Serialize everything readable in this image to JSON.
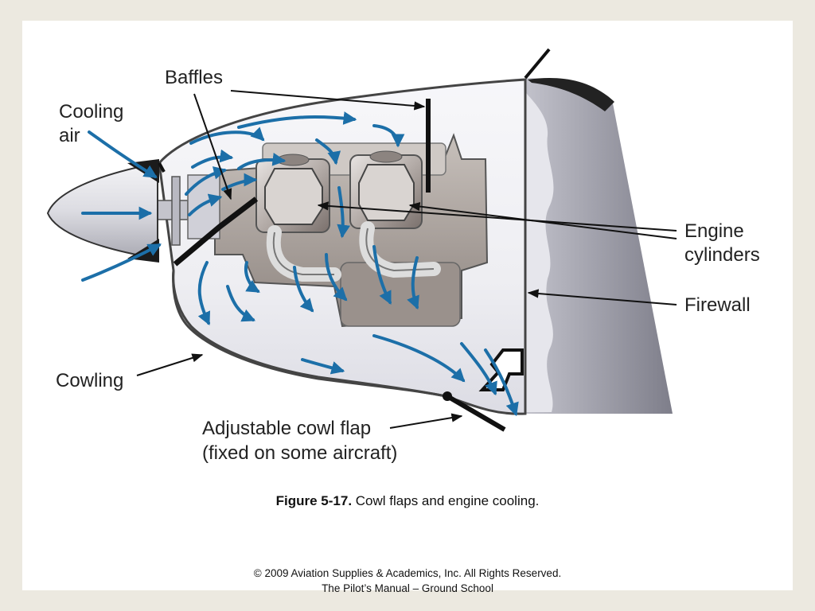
{
  "labels": {
    "baffles": "Baffles",
    "cooling_air_line1": "Cooling",
    "cooling_air_line2": "air",
    "engine_cylinders_line1": "Engine",
    "engine_cylinders_line2": "cylinders",
    "firewall": "Firewall",
    "cowling": "Cowling",
    "cowl_flap_line1": "Adjustable cowl flap",
    "cowl_flap_line2": "(fixed on some aircraft)"
  },
  "caption": {
    "figure_number": "Figure 5-17.",
    "text": " Cowl flaps and engine cooling."
  },
  "footer": {
    "copyright": "© 2009 Aviation Supplies & Academics, Inc. All Rights Reserved.",
    "book": "The Pilot’s Manual – Ground School"
  },
  "colors": {
    "airflow_arrow": "#1c6fa8",
    "background": "#ece9e0",
    "slide": "#ffffff"
  }
}
